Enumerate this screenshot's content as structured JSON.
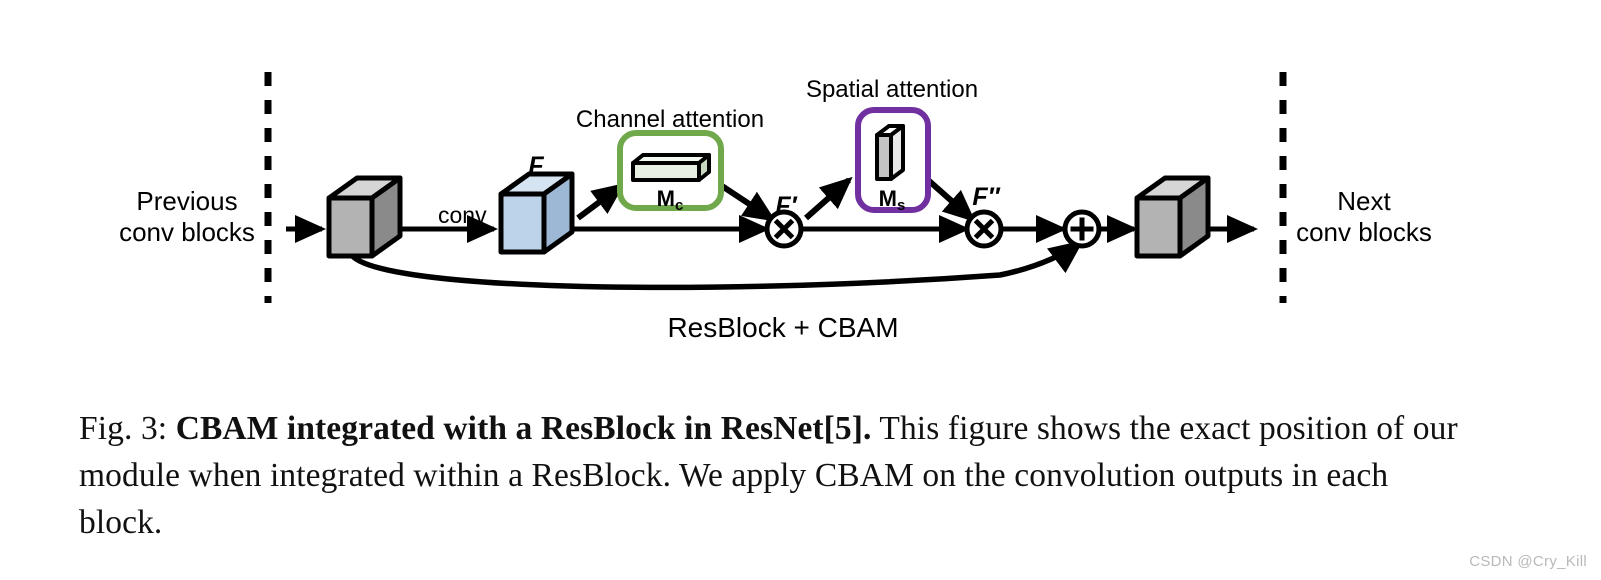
{
  "figure": {
    "diagram": {
      "left_boundary_label": {
        "line1": "Previous",
        "line2": "conv blocks"
      },
      "right_boundary_label": {
        "line1": "Next",
        "line2": "conv blocks"
      },
      "conv_label": "conv",
      "input_feature_label": "F",
      "after_channel_label": "F′",
      "after_spatial_label": "F″",
      "channel_attention_title": "Channel attention",
      "channel_attention_symbol": "M",
      "channel_attention_subscript": "c",
      "spatial_attention_title": "Spatial attention",
      "spatial_attention_symbol": "M",
      "spatial_attention_subscript": "s",
      "bottom_label": "ResBlock + CBAM",
      "operators": {
        "multiply": "⊗",
        "add": "⊕"
      },
      "colors": {
        "channel_box_border": "#6FA94B",
        "spatial_box_border": "#7030A0",
        "gray_cube_front": "#B3B3B3",
        "gray_cube_top": "#D6D6D6",
        "gray_cube_side": "#8A8A8A",
        "blue_cube_front": "#BDD3EA",
        "blue_cube_top": "#D6E4F2",
        "blue_cube_side": "#9CB8D4",
        "channel_bar_front": "#E6EFE1",
        "channel_bar_top": "#F2F7EF",
        "channel_bar_side": "#C9D9C0",
        "spatial_slab_front": "#C4C4C4",
        "spatial_slab_top": "#FFFFFF",
        "spatial_slab_side": "#E9E9E9",
        "stroke": "#000000",
        "background": "#FFFFFF"
      }
    },
    "caption": {
      "figure_number": "Fig. 3:",
      "title": "CBAM integrated with a ResBlock in ResNet[5].",
      "body": "This figure shows the exact position of our module when integrated within a ResBlock. We apply CBAM on the convolution outputs in each block."
    },
    "watermark": "CSDN @Cry_Kill"
  }
}
